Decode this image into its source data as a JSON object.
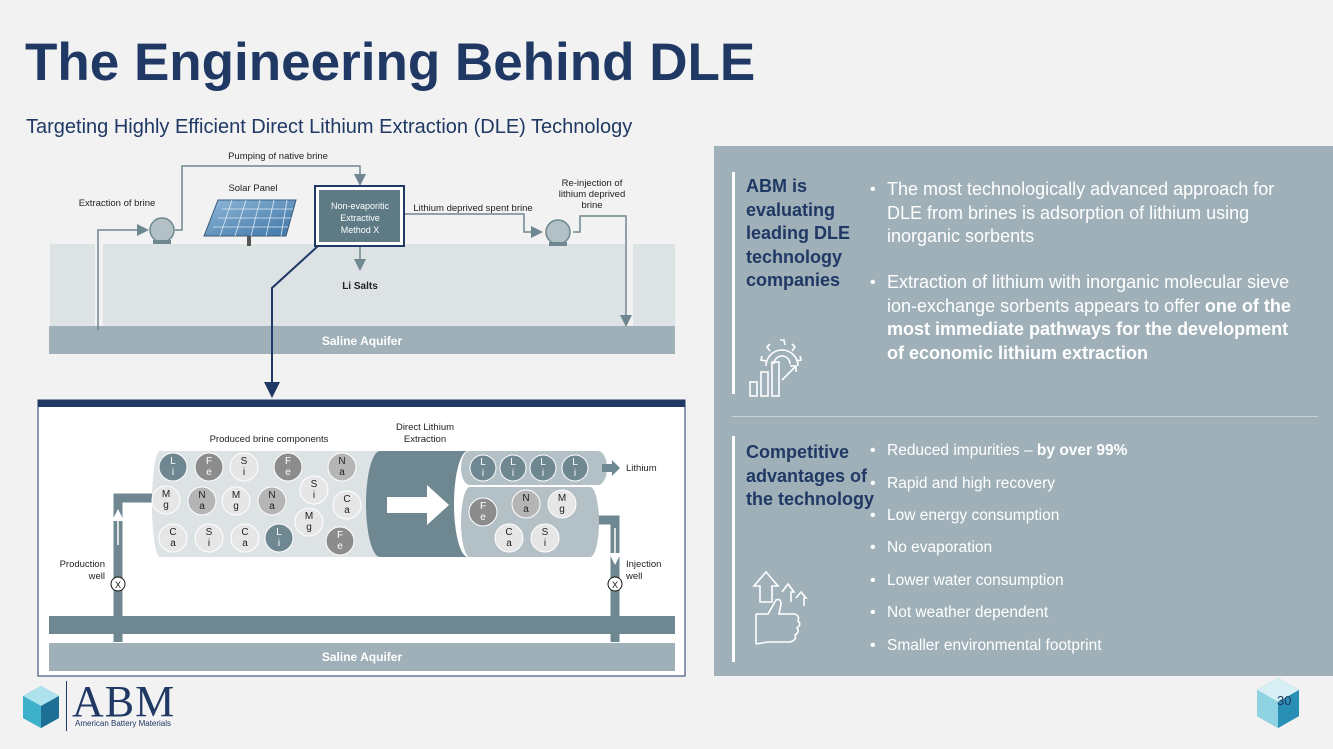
{
  "title": "The Engineering Behind DLE",
  "subtitle": "Targeting Highly Efficient Direct Lithium Extraction (DLE) Technology",
  "top_diagram": {
    "pumping_label": "Pumping of native brine",
    "extraction_label": "Extraction of brine",
    "solar_panel_label": "Solar Panel",
    "method_lines": [
      "Non-evaporitic",
      "Extractive",
      "Method X"
    ],
    "spent_brine_label": "Lithium deprived spent brine",
    "reinjection_lines": [
      "Re-injection of",
      "lithium deprived",
      "brine"
    ],
    "li_salts_label": "Li Salts",
    "aquifer_label": "Saline Aquifer"
  },
  "bottom_diagram": {
    "produced_label": "Produced brine components",
    "dle_lines": [
      "Direct Lithium",
      "Extraction"
    ],
    "lithium_label": "Lithium",
    "production_well_lines": [
      "Production",
      "well"
    ],
    "injection_well_lines": [
      "Injection",
      "well"
    ],
    "valve_mark": "X",
    "aquifer_label": "Saline Aquifer",
    "left_particles": [
      {
        "a": "L",
        "b": "i",
        "tone": "dark"
      },
      {
        "a": "F",
        "b": "e",
        "tone": "mid"
      },
      {
        "a": "S",
        "b": "i",
        "tone": "light"
      },
      {
        "a": "F",
        "b": "e",
        "tone": "mid"
      },
      {
        "a": "N",
        "b": "a",
        "tone": "lightmid"
      },
      {
        "a": "M",
        "b": "g",
        "tone": "light"
      },
      {
        "a": "N",
        "b": "a",
        "tone": "lightmid"
      },
      {
        "a": "M",
        "b": "g",
        "tone": "light"
      },
      {
        "a": "N",
        "b": "a",
        "tone": "lightmid"
      },
      {
        "a": "S",
        "b": "i",
        "tone": "light"
      },
      {
        "a": "C",
        "b": "a",
        "tone": "light"
      },
      {
        "a": "C",
        "b": "a",
        "tone": "light"
      },
      {
        "a": "S",
        "b": "i",
        "tone": "light"
      },
      {
        "a": "C",
        "b": "a",
        "tone": "light"
      },
      {
        "a": "L",
        "b": "i",
        "tone": "dark"
      },
      {
        "a": "M",
        "b": "g",
        "tone": "light"
      },
      {
        "a": "F",
        "b": "e",
        "tone": "mid"
      }
    ],
    "right_lithium_particles": [
      {
        "a": "L",
        "b": "i"
      },
      {
        "a": "L",
        "b": "i"
      },
      {
        "a": "L",
        "b": "i"
      },
      {
        "a": "L",
        "b": "i"
      }
    ],
    "right_other_particles": [
      {
        "a": "F",
        "b": "e",
        "tone": "mid"
      },
      {
        "a": "N",
        "b": "a",
        "tone": "lightmid"
      },
      {
        "a": "M",
        "b": "g",
        "tone": "light"
      },
      {
        "a": "C",
        "b": "a",
        "tone": "light"
      },
      {
        "a": "S",
        "b": "i",
        "tone": "light"
      }
    ]
  },
  "panel": {
    "section1_heading": "ABM is evaluating leading DLE technology companies",
    "section1_bullets": [
      {
        "text": "The most technologically advanced approach for DLE from brines is adsorption of lithium using inorganic sorbents",
        "bold": ""
      },
      {
        "text": "Extraction of lithium with inorganic molecular sieve ion-exchange sorbents appears to offer ",
        "bold": "one of the most immediate pathways for the development of economic lithium extraction"
      }
    ],
    "section1_icon": "gear-growth-chart-icon",
    "section2_heading": "Competitive advantages of the technology",
    "section2_bullets": [
      {
        "text": "Reduced impurities – ",
        "bold": "by over 99%"
      },
      {
        "text": "Rapid and high recovery",
        "bold": ""
      },
      {
        "text": "Low energy consumption",
        "bold": ""
      },
      {
        "text": "No evaporation",
        "bold": ""
      },
      {
        "text": "Lower water consumption",
        "bold": ""
      },
      {
        "text": "Not weather dependent",
        "bold": ""
      },
      {
        "text": "Smaller environmental footprint",
        "bold": ""
      }
    ],
    "section2_icon": "thumbs-up-arrows-icon"
  },
  "logo": {
    "text": "ABM",
    "tagline": "American Battery Materials"
  },
  "page_number": "30",
  "colors": {
    "navy": "#1f3864",
    "panel": "#9fb0b9",
    "slate": "#5e7a84",
    "aquifer": "#9fb0b9"
  }
}
